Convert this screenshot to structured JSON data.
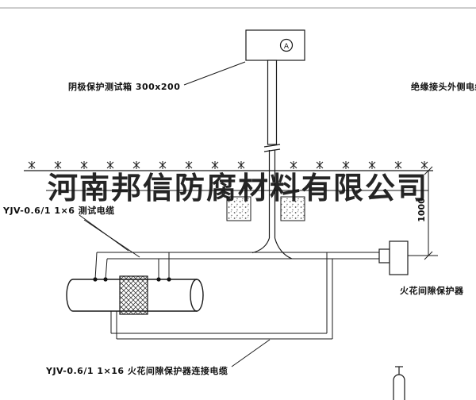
{
  "watermark": {
    "text": "河南邦信防腐材料有限公司"
  },
  "labels": {
    "test_box": "阴极保护测试箱 300x200",
    "outer_cable": "绝缘接头外侧电缆",
    "test_cable": "YJV-0.6/1  1×6  测试电缆",
    "spark_protector": "火花间隙保护器",
    "bottom_cable": "YJV-0.6/1  1×16  火花间隙保护器连接电缆",
    "dimension": "1000",
    "ammeter": "A"
  },
  "colors": {
    "line": "#1a1a1a",
    "background": "#ffffff"
  }
}
